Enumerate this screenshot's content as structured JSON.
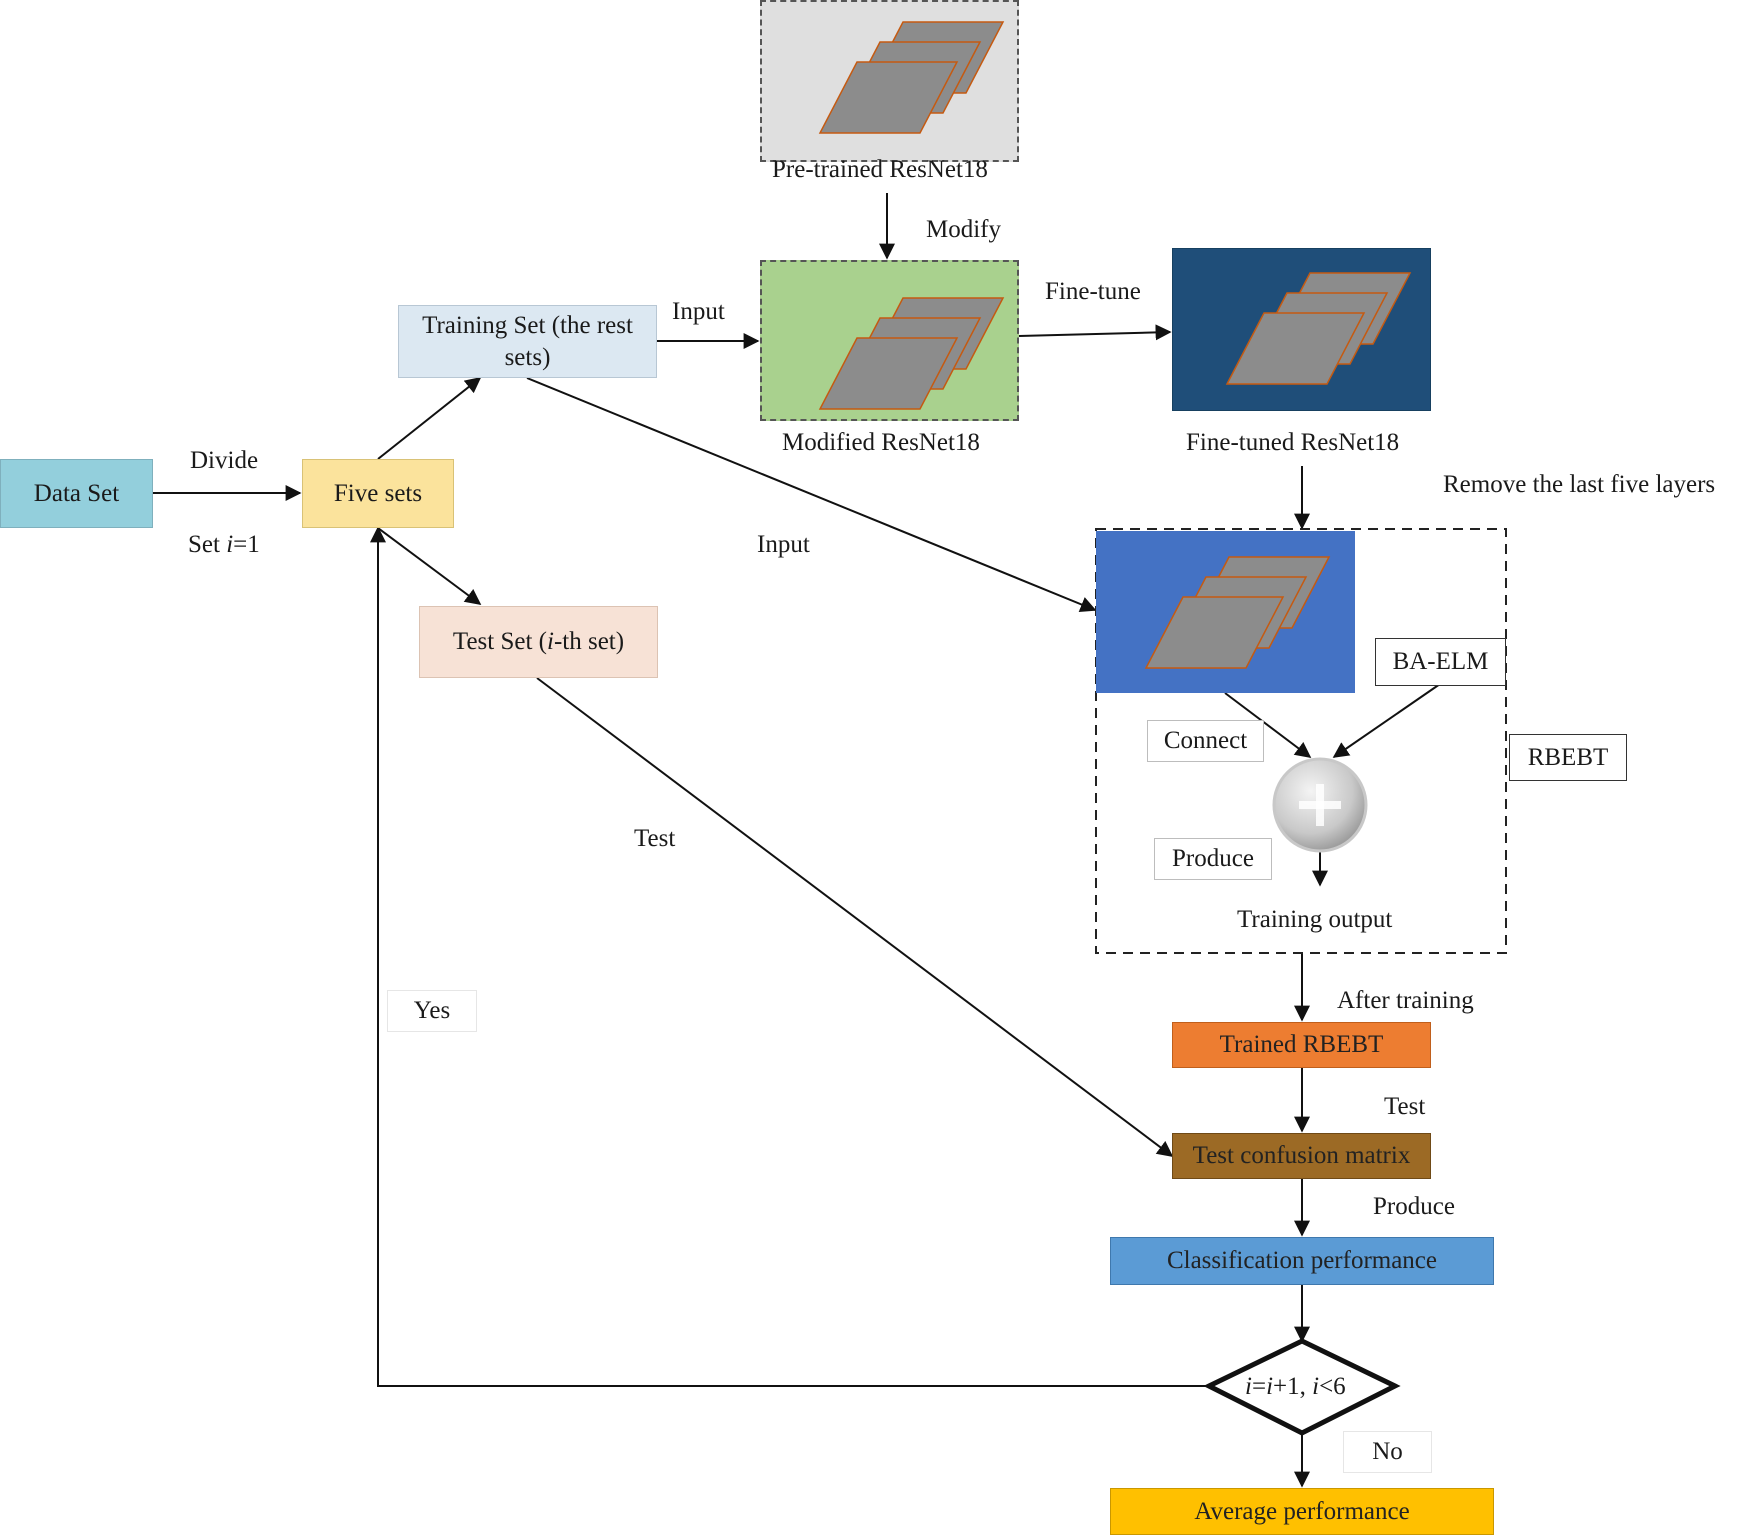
{
  "colors": {
    "data_set": "#93cfdc",
    "five_sets": "#fbe39c",
    "training_set": "#dce8f2",
    "test_set": "#f7e2d6",
    "pretrained_bg": "#dfdfdf",
    "modified_bg": "#a9d18e",
    "finetuned_bg": "#1f4e79",
    "rbebt_net_bg": "#4472c4",
    "layer_fill": "#8c8c8c",
    "layer_edge": "#c55a11",
    "trained_rbebt": "#ed7d31",
    "confusion": "#9c6a25",
    "classification": "#5b9bd5",
    "average": "#ffc000"
  },
  "nodes": {
    "data_set": "Data Set",
    "five_sets": "Five sets",
    "training_set": "Training Set (the rest sets)",
    "test_set_prefix": "Test Set (",
    "test_set_var": "i",
    "test_set_suffix": "-th set)",
    "pretrained": "Pre-trained ResNet18",
    "modified": "Modified ResNet18",
    "finetuned": "Fine-tuned ResNet18",
    "ba_elm": "BA-ELM",
    "rbebt": "RBEBT",
    "connect": "Connect",
    "produce_inner": "Produce",
    "training_output": "Training output",
    "trained_rbebt": "Trained RBEBT",
    "confusion": "Test confusion matrix",
    "classification": "Classification performance",
    "decision_a": "i",
    "decision_b": "=",
    "decision_c": "i",
    "decision_d": "+1, ",
    "decision_e": "i",
    "decision_f": "<6",
    "average": "Average performance"
  },
  "edges": {
    "divide": "Divide",
    "set_prefix": "Set ",
    "set_var": "i",
    "set_suffix": "=1",
    "input_modified": "Input",
    "input_rbebt": "Input",
    "modify": "Modify",
    "fine_tune": "Fine-tune",
    "remove_layers": "Remove the last five layers",
    "test_diag": "Test",
    "after_training": "After training",
    "test_trained": "Test",
    "produce": "Produce",
    "yes": "Yes",
    "no": "No"
  }
}
